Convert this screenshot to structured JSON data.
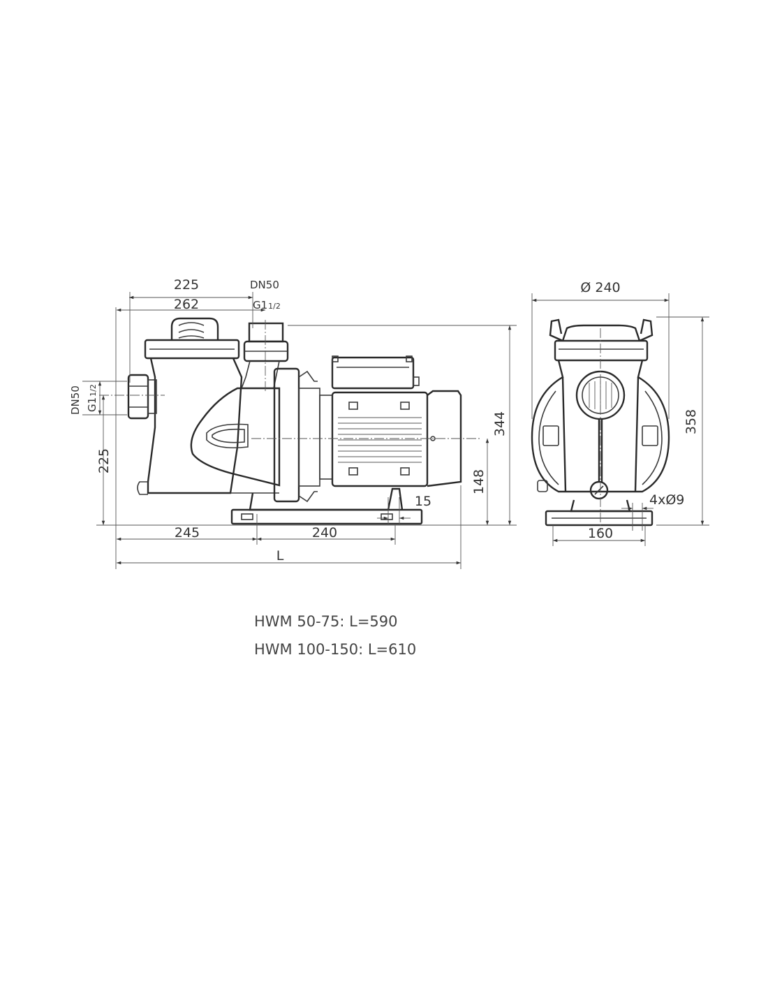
{
  "side_view": {
    "dim_225_top": "225",
    "dim_262": "262",
    "outlet_dn": "DN50",
    "outlet_thread_base": "G1",
    "outlet_thread_frac": "1/2",
    "inlet_dn": "DN50",
    "inlet_thread_base": "G1",
    "inlet_thread_frac": "1/2",
    "dim_225_left": "225",
    "dim_344": "344",
    "dim_148": "148",
    "dim_15": "15",
    "dim_245": "245",
    "dim_240": "240",
    "dim_L": "L"
  },
  "front_view": {
    "dim_diameter": "Ø 240",
    "dim_358": "358",
    "dim_holes": "4xØ9",
    "dim_160": "160"
  },
  "notes": [
    "HWM 50-75: L=590",
    "HWM 100-150: L=610"
  ]
}
